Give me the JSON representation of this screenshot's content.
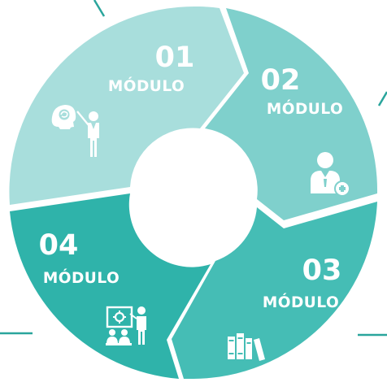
{
  "modules": [
    {
      "number": "01",
      "label": "MÓDULO",
      "color": "#a8dedc",
      "icon": "teacher-brain-icon"
    },
    {
      "number": "02",
      "label": "MÓDULO",
      "color": "#7fd0cc",
      "icon": "doctor-icon"
    },
    {
      "number": "03",
      "label": "MÓDULO",
      "color": "#45bdb5",
      "icon": "books-icon"
    },
    {
      "number": "04",
      "label": "MÓDULO",
      "color": "#2fb3aa",
      "icon": "presentation-icon"
    }
  ],
  "accent_line_color": "#2aa59c"
}
